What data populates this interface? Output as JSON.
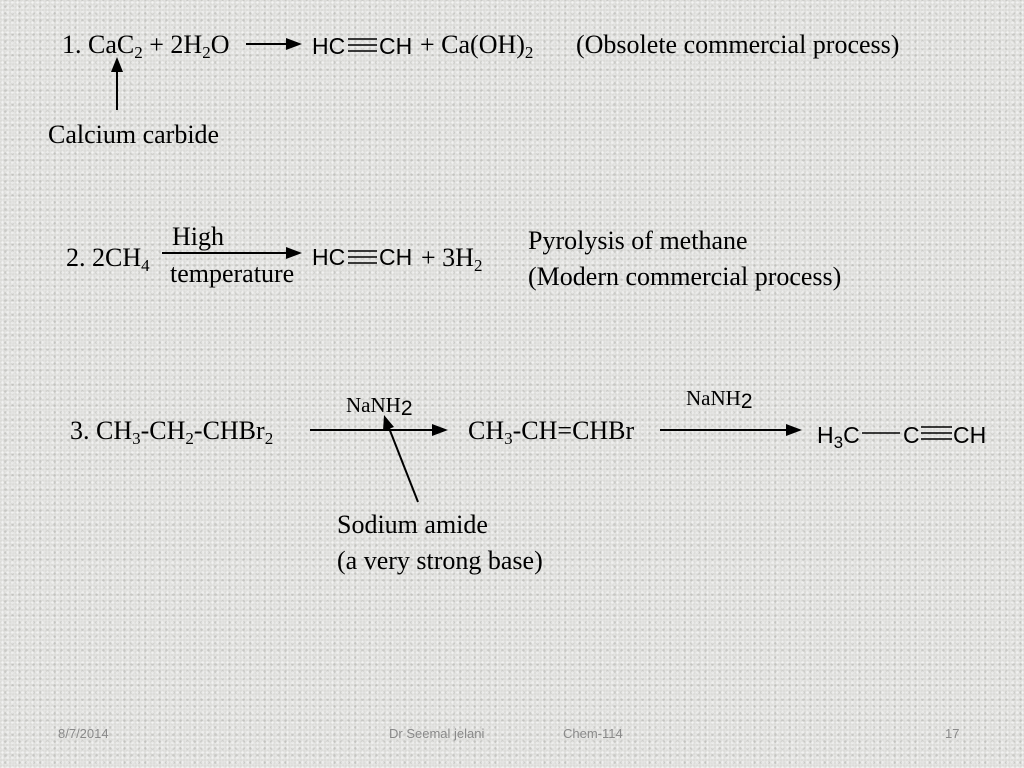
{
  "reaction1": {
    "number": "1.",
    "reactant_a": "CaC",
    "reactant_a_sub": "2",
    "plus1": "+ 2H",
    "reactant_b_sub": "2",
    "reactant_b_tail": "O",
    "product_left": "HC",
    "product_right": "CH",
    "plus2": "+ Ca(OH)",
    "byproduct_sub": "2",
    "note": "(Obsolete commercial process)",
    "annotation": "Calcium carbide"
  },
  "reaction2": {
    "number": "2.",
    "reactant": "2CH",
    "reactant_sub": "4",
    "condition_top": "High",
    "condition_bottom": "temperature",
    "product_left": "HC",
    "product_right": "CH",
    "plus": "+ 3H",
    "byproduct_sub": "2",
    "note_line1": "Pyrolysis of methane",
    "note_line2": "(Modern commercial process)"
  },
  "reaction3": {
    "number": "3.",
    "reactant_p1": "CH",
    "reactant_s1": "3",
    "reactant_p2": "-CH",
    "reactant_s2": "2",
    "reactant_p3": "-CHBr",
    "reactant_s3": "2",
    "reagent1": "NaNH",
    "reagent1_sub": "2",
    "intermediate_p1": "CH",
    "intermediate_s1": "3",
    "intermediate_p2": "-CH=CHBr",
    "reagent2": "NaNH",
    "reagent2_sub": "2",
    "product_h": "H",
    "product_sub": "3",
    "product_c1": "C",
    "product_c2": "C",
    "product_ch": "CH",
    "annotation_line1": "Sodium amide",
    "annotation_line2": "(a very strong base)"
  },
  "footer": {
    "date": "8/7/2014",
    "author": "Dr Seemal jelani",
    "course": "Chem-114",
    "page": "17"
  }
}
